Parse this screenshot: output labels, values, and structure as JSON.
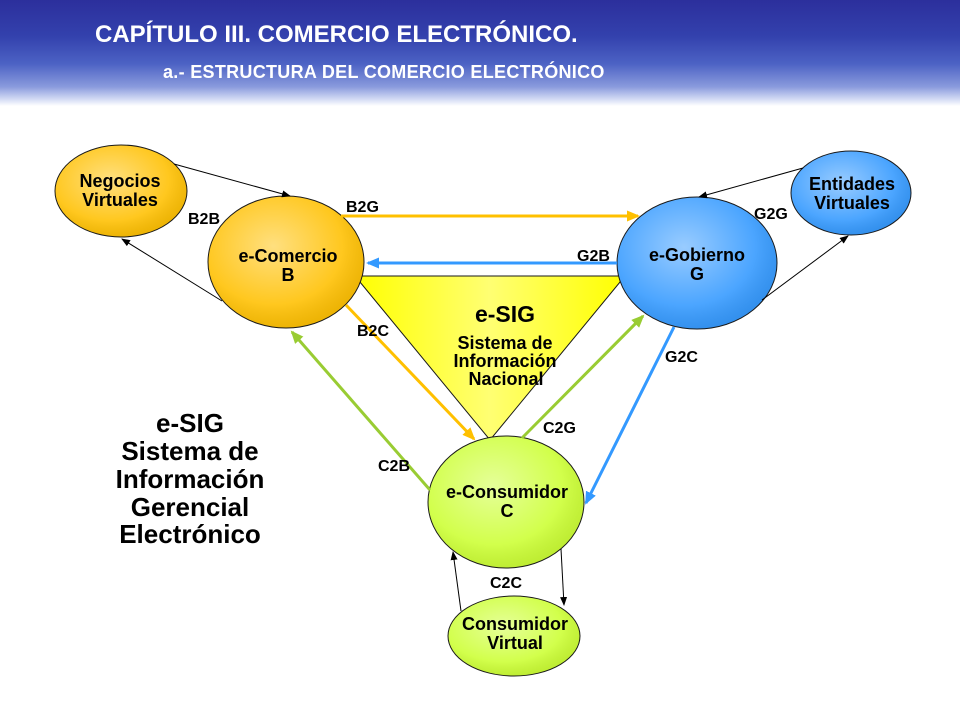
{
  "header": {
    "title": "CAPÍTULO III. COMERCIO ELECTRÓNICO.",
    "subtitle": "a.- ESTRUCTURA DEL COMERCIO ELECTRÓNICO"
  },
  "diagram": {
    "nodes": {
      "negocios_virtuales": {
        "lines": [
          "Negocios",
          "Virtuales"
        ],
        "color": "#FFC000"
      },
      "e_comercio": {
        "lines": [
          "e-Comercio",
          "B"
        ],
        "color": "#FFC000"
      },
      "e_gobierno": {
        "lines": [
          "e-Gobierno",
          "G"
        ],
        "color": "#3399FF"
      },
      "entidades_virtuales": {
        "lines": [
          "Entidades",
          "Virtuales"
        ],
        "color": "#3399FF"
      },
      "e_consumidor": {
        "lines": [
          "e-Consumidor",
          "C"
        ],
        "color": "#CCFF33"
      },
      "consumidor_virtual": {
        "lines": [
          "Consumidor",
          "Virtual"
        ],
        "color": "#CCFF33"
      }
    },
    "center": {
      "title": "e-SIG",
      "lines": [
        "Sistema de",
        "Información",
        "Nacional"
      ],
      "color": "#FFFF00"
    },
    "edges": [
      {
        "label": "B2B",
        "color": "#000000"
      },
      {
        "label": "B2G",
        "color": "#FFC000"
      },
      {
        "label": "G2B",
        "color": "#3399FF"
      },
      {
        "label": "G2G",
        "color": "#000000"
      },
      {
        "label": "B2C",
        "color": "#FFC000"
      },
      {
        "label": "C2B",
        "color": "#99CC33"
      },
      {
        "label": "C2G",
        "color": "#99CC33"
      },
      {
        "label": "G2C",
        "color": "#3399FF"
      },
      {
        "label": "C2C",
        "color": "#000000"
      }
    ]
  },
  "side_caption": {
    "lines": [
      "e-SIG",
      "Sistema de",
      "Información",
      "Gerencial",
      "Electrónico"
    ]
  }
}
